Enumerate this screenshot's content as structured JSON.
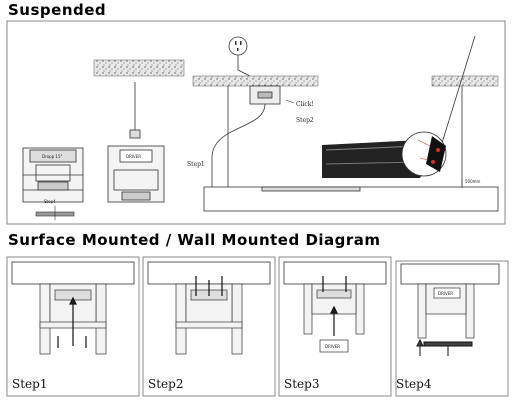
{
  "sections": {
    "suspended_title": "Suspended",
    "surface_title": "Surface Mounted / Wall Mounted Diagram"
  },
  "suspended": {
    "driver_label": "DRIVER",
    "click_label": "Click!",
    "step1_label": "Step1",
    "step2_label": "Step2",
    "step_small_label": "Step4",
    "distance_label": "500mm"
  },
  "surface": {
    "steps": [
      "Step1",
      "Step2",
      "Step3",
      "Step4"
    ],
    "driver_label": "DRIVER"
  }
}
